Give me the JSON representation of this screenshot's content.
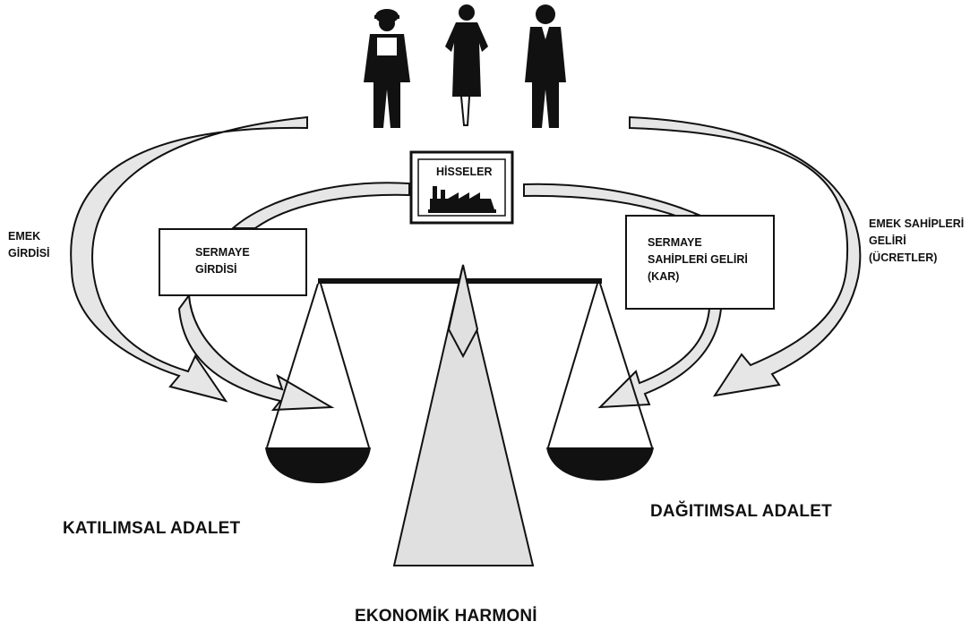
{
  "figure": {
    "labels": {
      "emek_girdisi": "EMEK\nGİRDİSİ",
      "sermaye_girdisi": "SERMAYE\nGİRDİSİ",
      "hisseler": "HİSSELER",
      "sermaye_sahipleri_geliri": "SERMAYE\nSAHİPLERİ GELİRİ\n(KAR)",
      "emek_sahipleri_geliri": "EMEK SAHİPLERİ\nGELİRİ\n(ÜCRETLER)",
      "katilimsal_adalet": "KATILIMSAL ADALET",
      "dagitimsal_adalet": "DAĞITIMSAL ADALET",
      "ekonomik_harmoni": "EKONOMİK HARMONİ"
    },
    "colors": {
      "ink": "#111111",
      "arrow_fill": "#e6e6e6",
      "pillar_fill": "#e0e0e0",
      "pan_fill": "#111111"
    },
    "icons": [
      "worker-figure-icon",
      "woman-figure-icon",
      "businessman-figure-icon",
      "factory-icon",
      "balance-scale"
    ]
  }
}
